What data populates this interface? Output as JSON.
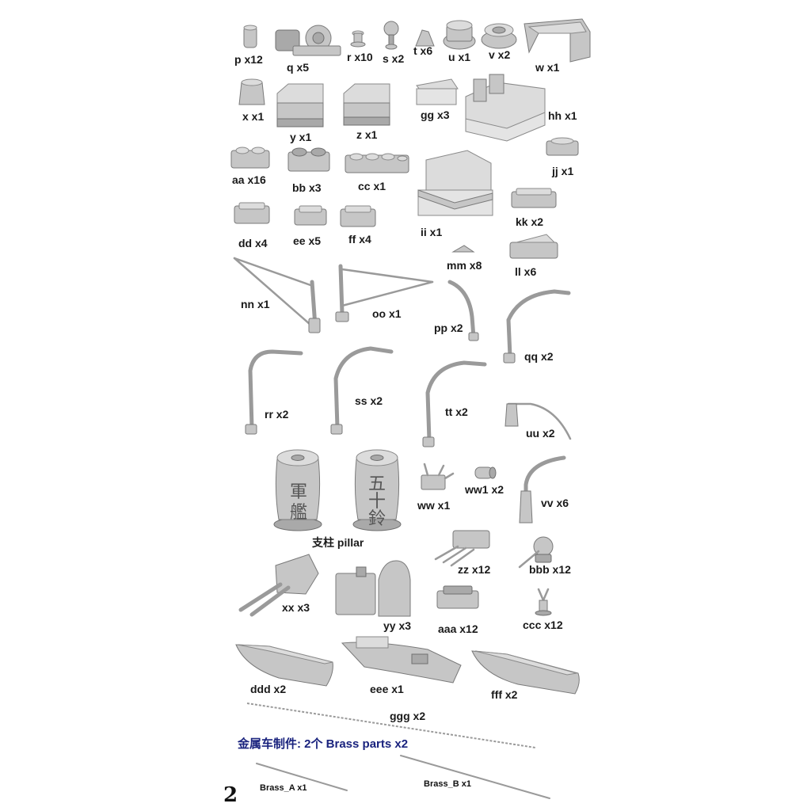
{
  "parts": {
    "p": "p x12",
    "q": "q x5",
    "r": "r x10",
    "s": "s x2",
    "t": "t x6",
    "u": "u x1",
    "v": "v x2",
    "w": "w x1",
    "x": "x x1",
    "y": "y x1",
    "z": "z x1",
    "gg": "gg x3",
    "hh": "hh x1",
    "aa": "aa x16",
    "bb": "bb x3",
    "cc": "cc x1",
    "jj": "jj x1",
    "ii": "ii x1",
    "kk": "kk x2",
    "dd": "dd x4",
    "ee": "ee x5",
    "ff": "ff x4",
    "mm": "mm x8",
    "ll": "ll x6",
    "nn": "nn x1",
    "oo": "oo x1",
    "pp": "pp x2",
    "qq": "qq x2",
    "rr": "rr x2",
    "ss": "ss x2",
    "tt": "tt x2",
    "uu": "uu x2",
    "ww": "ww x1",
    "ww1": "ww1 x2",
    "vv": "vv x6",
    "zz": "zz x12",
    "bbb": "bbb x12",
    "xx": "xx x3",
    "yy": "yy x3",
    "aaa": "aaa x12",
    "ccc": "ccc x12",
    "ddd": "ddd x2",
    "eee": "eee x1",
    "fff": "fff x2",
    "ggg": "ggg x2"
  },
  "pillar": {
    "label": "支柱 pillar",
    "left_inscription": [
      "軍",
      "艦"
    ],
    "right_inscription": [
      "五",
      "十",
      "鈴"
    ]
  },
  "brass": {
    "title": "金属车制件: 2个  Brass parts x2",
    "a_label": "Brass_A x1",
    "b_label": "Brass_B x1"
  },
  "page_number": "2",
  "colors": {
    "part_gray": "#c6c6c6",
    "brass_title": "#1a237e",
    "label": "#1a1a1a"
  }
}
